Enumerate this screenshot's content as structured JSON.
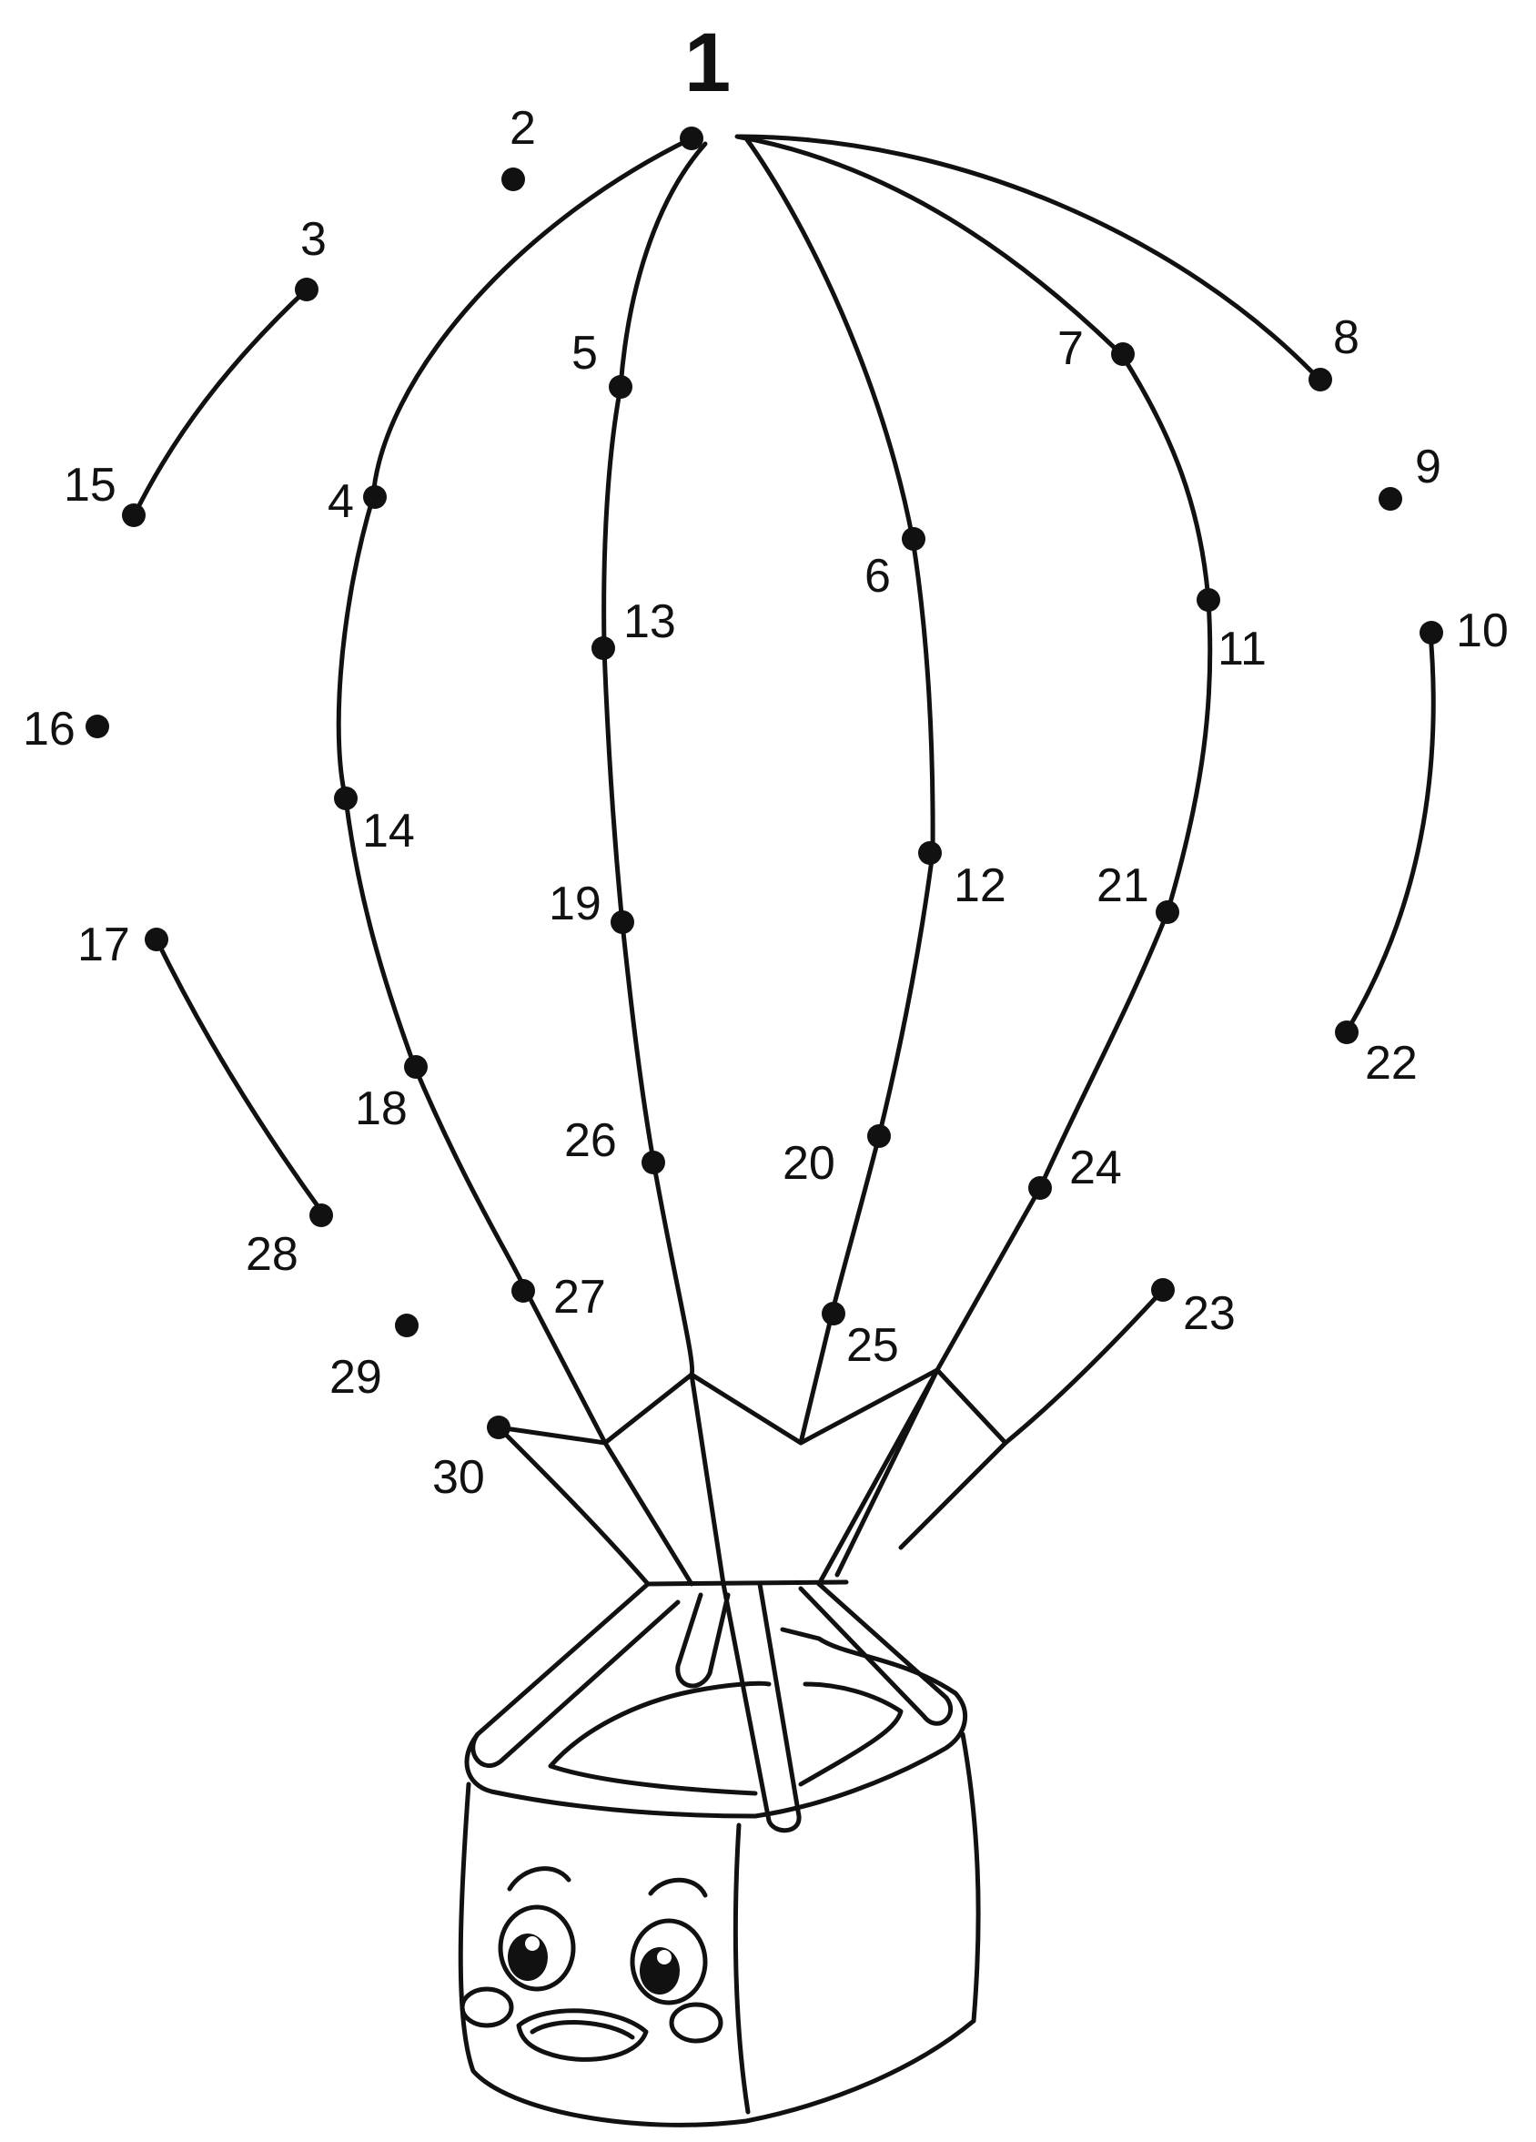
{
  "worksheet": {
    "subject": "hot air balloon with smiling basket",
    "ink_color": "#111111",
    "paper_color": "#ffffff",
    "dots": [
      {
        "n": "1"
      },
      {
        "n": "2"
      },
      {
        "n": "3"
      },
      {
        "n": "4"
      },
      {
        "n": "5"
      },
      {
        "n": "6"
      },
      {
        "n": "7"
      },
      {
        "n": "8"
      },
      {
        "n": "9"
      },
      {
        "n": "10"
      },
      {
        "n": "11"
      },
      {
        "n": "12"
      },
      {
        "n": "13"
      },
      {
        "n": "14"
      },
      {
        "n": "15"
      },
      {
        "n": "16"
      },
      {
        "n": "17"
      },
      {
        "n": "18"
      },
      {
        "n": "19"
      },
      {
        "n": "20"
      },
      {
        "n": "21"
      },
      {
        "n": "22"
      },
      {
        "n": "23"
      },
      {
        "n": "24"
      },
      {
        "n": "25"
      },
      {
        "n": "26"
      },
      {
        "n": "27"
      },
      {
        "n": "28"
      },
      {
        "n": "29"
      },
      {
        "n": "30"
      }
    ]
  }
}
